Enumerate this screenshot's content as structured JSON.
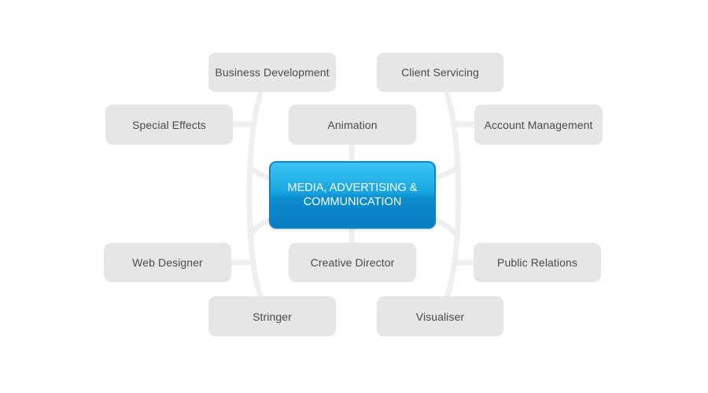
{
  "center": {
    "line1": "MEDIA, ADVERTISING &",
    "line2": "COMMUNICATION"
  },
  "nodes": {
    "business_development": "Business Development",
    "client_servicing": "Client Servicing",
    "special_effects": "Special Effects",
    "animation": "Animation",
    "account_management": "Account Management",
    "web_designer": "Web Designer",
    "creative_director": "Creative Director",
    "public_relations": "Public Relations",
    "stringer": "Stringer",
    "visualiser": "Visualiser"
  },
  "colors": {
    "node_fill": "#e6e6e6",
    "node_text": "#4a4a4a",
    "connector": "#efefef",
    "center_top": "#3cc6f5",
    "center_bottom": "#0a7cc0",
    "center_text": "#ffffff"
  }
}
